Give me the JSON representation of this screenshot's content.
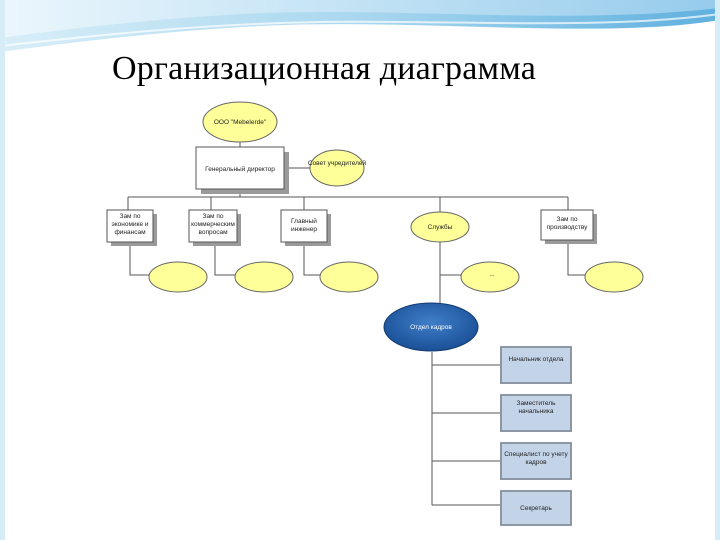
{
  "slide": {
    "title": "Организационная диаграмма"
  },
  "colors": {
    "accent_blue": "#1f5faa",
    "ellipse_yellow": "#ffff99",
    "ellipse_stroke": "#666666",
    "box_fill": "#ffffff",
    "box_blue": "#c4d4e8",
    "shadow": "#9a9a9a",
    "line": "#555555",
    "top_band": "#8fc8e8"
  },
  "org": {
    "root": "ООО \"Mebelerde\"",
    "general_director": "Генеральный директор",
    "owners_council": "Совет учредителей",
    "deputy_economics_line1": "Зам по",
    "deputy_economics_line2": "экономике и",
    "deputy_economics_line3": "финансам",
    "deputy_commercial_line1": "Зам по",
    "deputy_commercial_line2": "коммерческим",
    "deputy_commercial_line3": "вопросам",
    "chief_engineer_line1": "Главный",
    "chief_engineer_line2": "инженер",
    "services": "Службы",
    "deputy_production_line1": "Зам по",
    "deputy_production_line2": "производству",
    "services_sub_label": "...",
    "hr_department": "Отдел кадров",
    "hr_head": "Начальник отдела",
    "hr_deputy_line1": "Заместитель",
    "hr_deputy_line2": "начальника",
    "hr_specialist_line1": "Специалист по учету",
    "hr_specialist_line2": "кадров",
    "hr_secretary": "Секретарь"
  }
}
